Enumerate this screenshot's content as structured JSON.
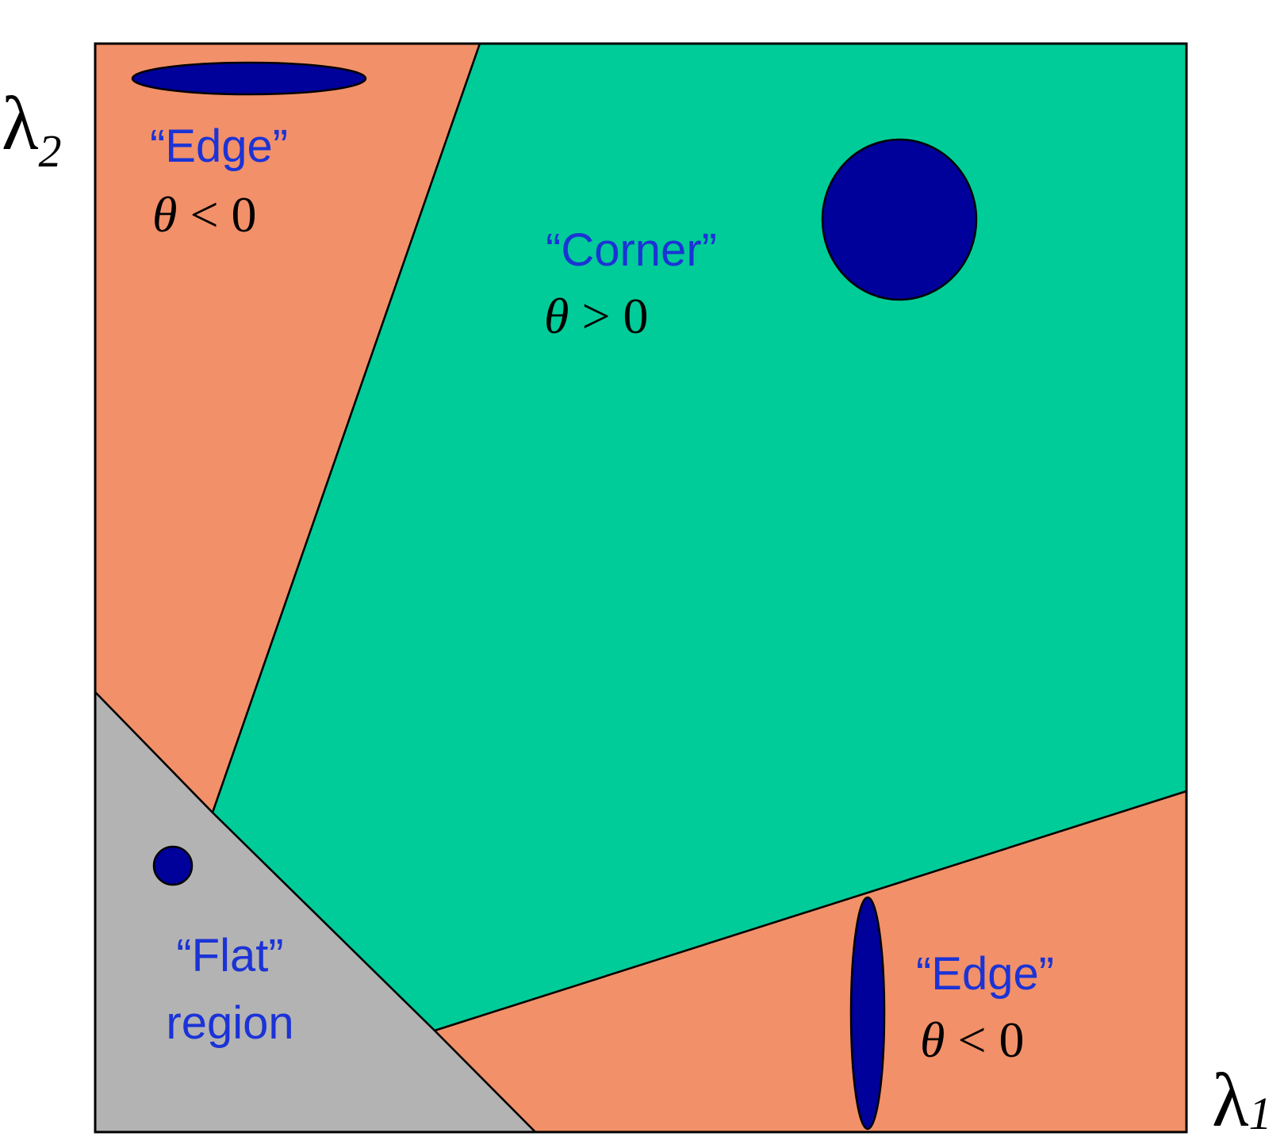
{
  "colors": {
    "edge_region": "#f29069",
    "corner_region": "#00cc99",
    "flat_region": "#b3b3b3",
    "ellipse_fill": "#00009a",
    "label_text": "#1b33d6",
    "outline": "#000000"
  },
  "axes": {
    "x_symbol": "λ",
    "x_subscript": "1",
    "y_symbol": "λ",
    "y_subscript": "2"
  },
  "regions": {
    "edge_top": {
      "label": "“Edge”",
      "condition_var": "θ",
      "condition_rest": " < 0"
    },
    "corner": {
      "label": "“Corner”",
      "condition_var": "θ",
      "condition_rest": " > 0"
    },
    "flat": {
      "label_line1": "“Flat”",
      "label_line2": "region"
    },
    "edge_bottom": {
      "label": "“Edge”",
      "condition_var": "θ",
      "condition_rest": " < 0"
    }
  }
}
